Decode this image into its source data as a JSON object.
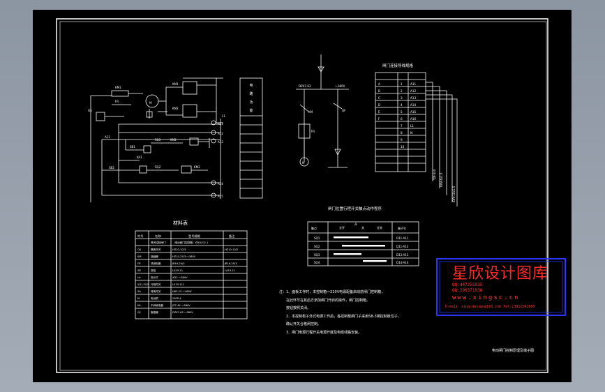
{
  "colors": {
    "background": "#000000",
    "line": "#ffffff",
    "watermark": "#ff2b2b",
    "watermark_frame": "#2a34ff",
    "viewport": "#98a0ac"
  },
  "control_panel": {
    "labels": [
      "电",
      "路",
      "功",
      "能"
    ]
  },
  "materials_table": {
    "title": "材料表",
    "headers": [
      "符号",
      "名称",
      "型号规格",
      "备注"
    ],
    "rows": [
      [
        "",
        "具有控制闸门",
        "（电动阀门控制箱）YDKX-02-1",
        ""
      ],
      [
        "QS",
        "隔离开关",
        "HZ10-10/3",
        "HZ10-10/2"
      ],
      [
        "KM",
        "接触器",
        "HZ10-25/3 ～380V",
        ""
      ],
      [
        "FR",
        "热继电器",
        "JR16-20/3",
        "JR16-20/3"
      ],
      [
        "SB",
        "按钮",
        "LA19-11",
        "LA19-11"
      ],
      [
        "HL",
        "指示灯",
        "XD1 ～380V",
        ""
      ],
      [
        "SQ1,SQ2",
        "行程开关",
        "LX19-111",
        ""
      ],
      [
        "SA",
        "转换开关",
        "LW5-15 ～380V",
        ""
      ],
      [
        "M",
        "电动机",
        "Y90S-4",
        ""
      ],
      [
        "KA",
        "中间继电器",
        "JZ7-44 ～380V",
        ""
      ],
      [
        "QF",
        "断路器",
        "DZ47-63 ～380V",
        ""
      ]
    ]
  },
  "gate_table": {
    "title": "闸门连接导线规格"
  },
  "switch_table": {
    "title": "闸门位置行程开关触点动作程序",
    "headers": [
      "触点",
      "全开",
      "开",
      "关",
      "全关",
      "端子号"
    ],
    "rows": [
      "SQ1",
      "SQ2",
      "SQ3",
      "SQ4"
    ],
    "terminals": [
      "D11-A11",
      "D11-A12",
      "D13-A13",
      "D14-A14"
    ]
  },
  "notes": [
    "注：1、面板工作时，本控制箱～220V电源配备启动前闸门控制箱，",
    "　　在此环节在其后方添加闸门开启的操作，闸门控制箱。",
    "　　按钮按照关闭。",
    "　　2、本控制柜子外式电源工作后，各控制柜闸门子采用SB-3闸控制板位子，",
    "　　确认开关合格闸控制。",
    "　　3、闸门电源行程开关电源开度及电缆线路安装。"
  ],
  "drawing_title": "电动闸门控制原理及端子图",
  "watermark": {
    "title": "星欣设计图库",
    "qq": "QQ:447255935",
    "qq2": "QQ:296371938",
    "site": "www.xingsc.cn",
    "email": "E-mail：xing-design@163.com  Tel:13911542806"
  }
}
